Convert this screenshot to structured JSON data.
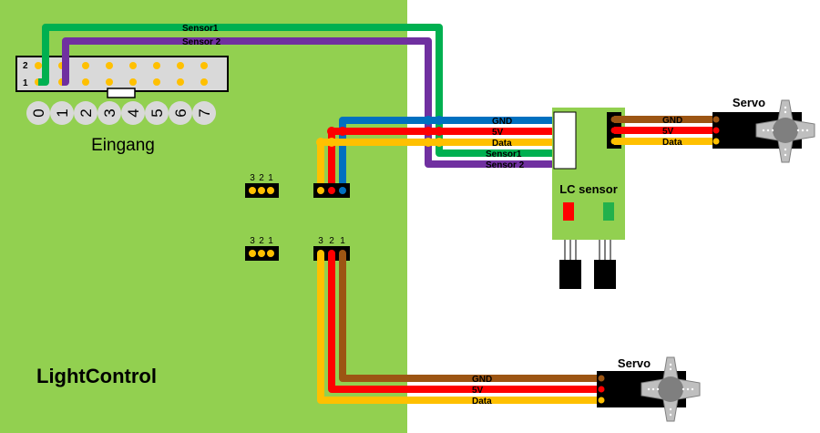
{
  "board": {
    "title": "LightControl",
    "input_label": "Eingang",
    "connector_row_labels": [
      "2",
      "1"
    ],
    "input_numbers": [
      "0",
      "1",
      "2",
      "3",
      "4",
      "5",
      "6",
      "7"
    ],
    "header_pin_labels": [
      "3",
      "2",
      "1"
    ]
  },
  "lc_sensor": {
    "title": "LC sensor",
    "led_colors": [
      "#ff0000",
      "#22b14c"
    ]
  },
  "servo_top": {
    "title": "Servo",
    "wires": [
      "GND",
      "5V",
      "Data"
    ]
  },
  "servo_bottom": {
    "title": "Servo",
    "wires": [
      "GND",
      "5V",
      "Data"
    ]
  },
  "bus": {
    "wires": [
      "GND",
      "5V",
      "Data",
      "Sensor1",
      "Sensor 2"
    ]
  },
  "sensor_wires": {
    "sensor1": "Sensor1",
    "sensor2": "Sensor 2"
  },
  "colors": {
    "board": "#92d050",
    "gnd": "#0070c0",
    "five_v": "#ff0000",
    "data": "#ffc000",
    "sensor1": "#00b050",
    "sensor2": "#7030a0",
    "servo_gnd": "#9c5513",
    "pin": "#ffc000",
    "connector": "#d9d9d9"
  }
}
